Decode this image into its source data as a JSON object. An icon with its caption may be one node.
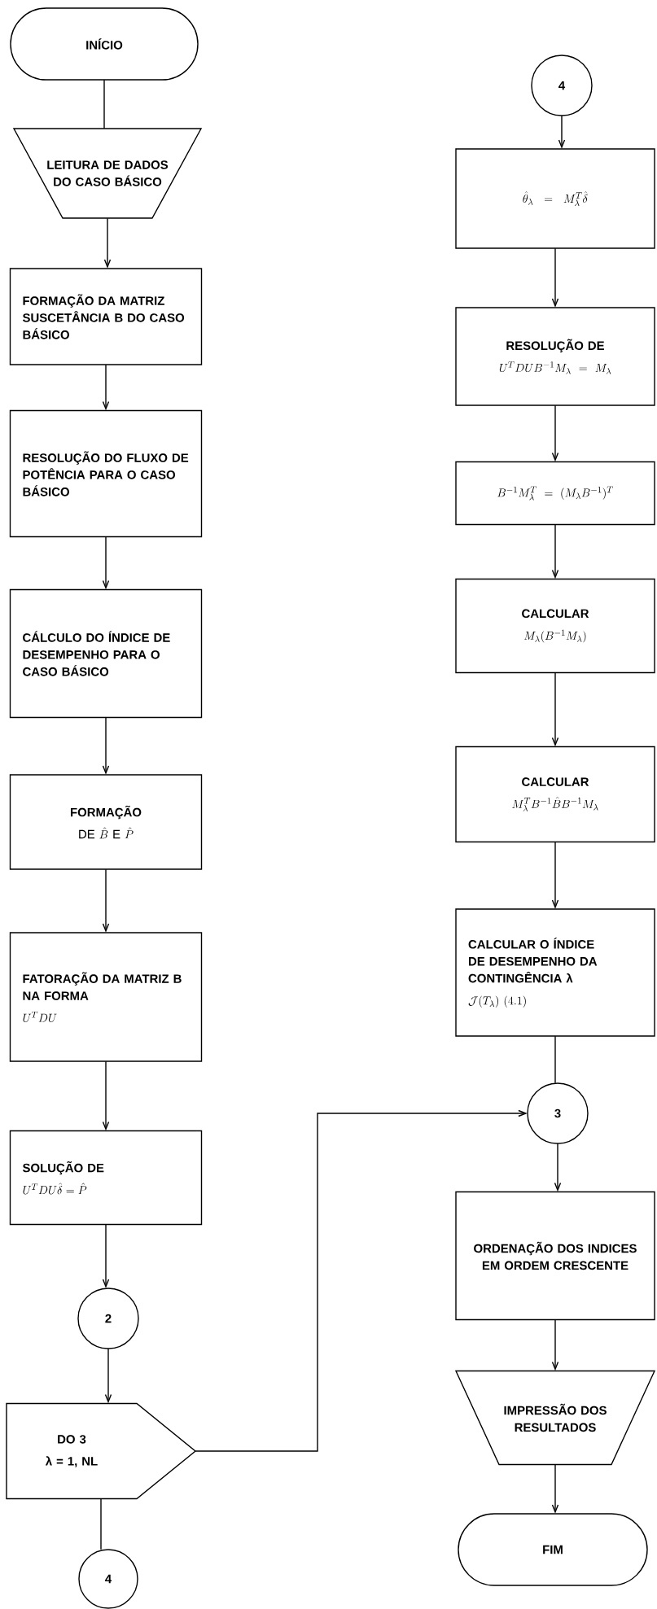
{
  "diagram": {
    "nodes": [
      {
        "text": [
          "INÍCIO"
        ]
      },
      {
        "text": [
          "LEITURA DE DADOS DO CASO BÁSICO"
        ]
      },
      {
        "text": [
          "FORMAÇÃO DA MATRIZ SUSCETÂNCIA B DO CASO BÁSICO"
        ]
      },
      {
        "text": [
          "RESOLUÇÃO DO FLUXO DE POTÊNCIA PARA O CASO BÁSICO"
        ]
      },
      {
        "text": [
          "CÁLCULO DO ÍNDICE DE DESEMPENHO PARA O CASO BÁSICO"
        ]
      },
      {
        "text": [
          "FORMAÇÃO",
          "\\mathrm{DE}\\ \\hat{B}\\ \\mathrm{E}\\ \\hat{P}"
        ]
      },
      {
        "text": [
          "FATORAÇÃO DA MATRIZ B NA FORMA",
          "U^{T} D U"
        ]
      },
      {
        "text": [
          "SOLUÇÃO DE",
          "U^{T} D U \\hat{\\delta} = \\hat{P}"
        ]
      },
      {
        "text": [
          "2"
        ]
      },
      {
        "text": [
          "DO 3",
          "λ = 1, NL"
        ]
      },
      {
        "text": [
          "4"
        ]
      },
      {
        "text": [
          "4"
        ]
      },
      {
        "text": [
          "\\hat{\\theta}_{\\lambda} = M_{\\lambda}^{T} \\hat{\\delta}"
        ]
      },
      {
        "text": [
          "RESOLUÇÃO DE",
          "U^{T} D U B^{-1} M_{\\lambda} = M_{\\lambda}"
        ]
      },
      {
        "text": [
          "B^{-1} M_{\\lambda}^{T} = (M_{\\lambda} B^{-1})^{T}"
        ]
      },
      {
        "text": [
          "CALCULAR",
          "M_{\\lambda} (B^{-1} M_{\\lambda})"
        ]
      },
      {
        "text": [
          "CALCULAR",
          "M_{\\lambda}^{T} B^{-1} \\hat{B} B^{-1} M_{\\lambda}"
        ]
      },
      {
        "text": [
          "CALCULAR O ÍNDICE DE DESEMPENHO DA CONTINGÊNCIA λ",
          "\\mathcal{J}(T_{\\lambda})\\ (4.1)"
        ]
      },
      {
        "text": [
          "3"
        ]
      },
      {
        "text": [
          "ORDENAÇÃO DOS INDICES EM ORDEM CRESCENTE"
        ]
      },
      {
        "text": [
          "IMPRESSÃO DOS RESULTADOS"
        ]
      },
      {
        "text": [
          "FIM"
        ]
      }
    ],
    "edges": [
      {
        "from": 0,
        "to": 1,
        "arrow": "none"
      },
      {
        "from": 1,
        "to": 2,
        "arrow": "to"
      },
      {
        "from": 2,
        "to": 3,
        "arrow": "to"
      },
      {
        "from": 3,
        "to": 4,
        "arrow": "to"
      },
      {
        "from": 4,
        "to": 5,
        "arrow": "to"
      },
      {
        "from": 5,
        "to": 6,
        "arrow": "to"
      },
      {
        "from": 6,
        "to": 7,
        "arrow": "to"
      },
      {
        "from": 7,
        "to": 8,
        "arrow": "to"
      },
      {
        "from": 8,
        "to": 9,
        "arrow": "to"
      },
      {
        "from": 9,
        "to": 10,
        "arrow": "none"
      },
      {
        "from": 9,
        "to": 18,
        "arrow": "to"
      },
      {
        "from": 11,
        "to": 12,
        "arrow": "to"
      },
      {
        "from": 12,
        "to": 13,
        "arrow": "to"
      },
      {
        "from": 13,
        "to": 14,
        "arrow": "to"
      },
      {
        "from": 14,
        "to": 15,
        "arrow": "to"
      },
      {
        "from": 15,
        "to": 16,
        "arrow": "to"
      },
      {
        "from": 16,
        "to": 17,
        "arrow": "to"
      },
      {
        "from": 17,
        "to": 18,
        "arrow": "none"
      },
      {
        "from": 18,
        "to": 19,
        "arrow": "to"
      },
      {
        "from": 19,
        "to": 20,
        "arrow": "to"
      },
      {
        "from": 20,
        "to": 21,
        "arrow": "to"
      }
    ]
  }
}
